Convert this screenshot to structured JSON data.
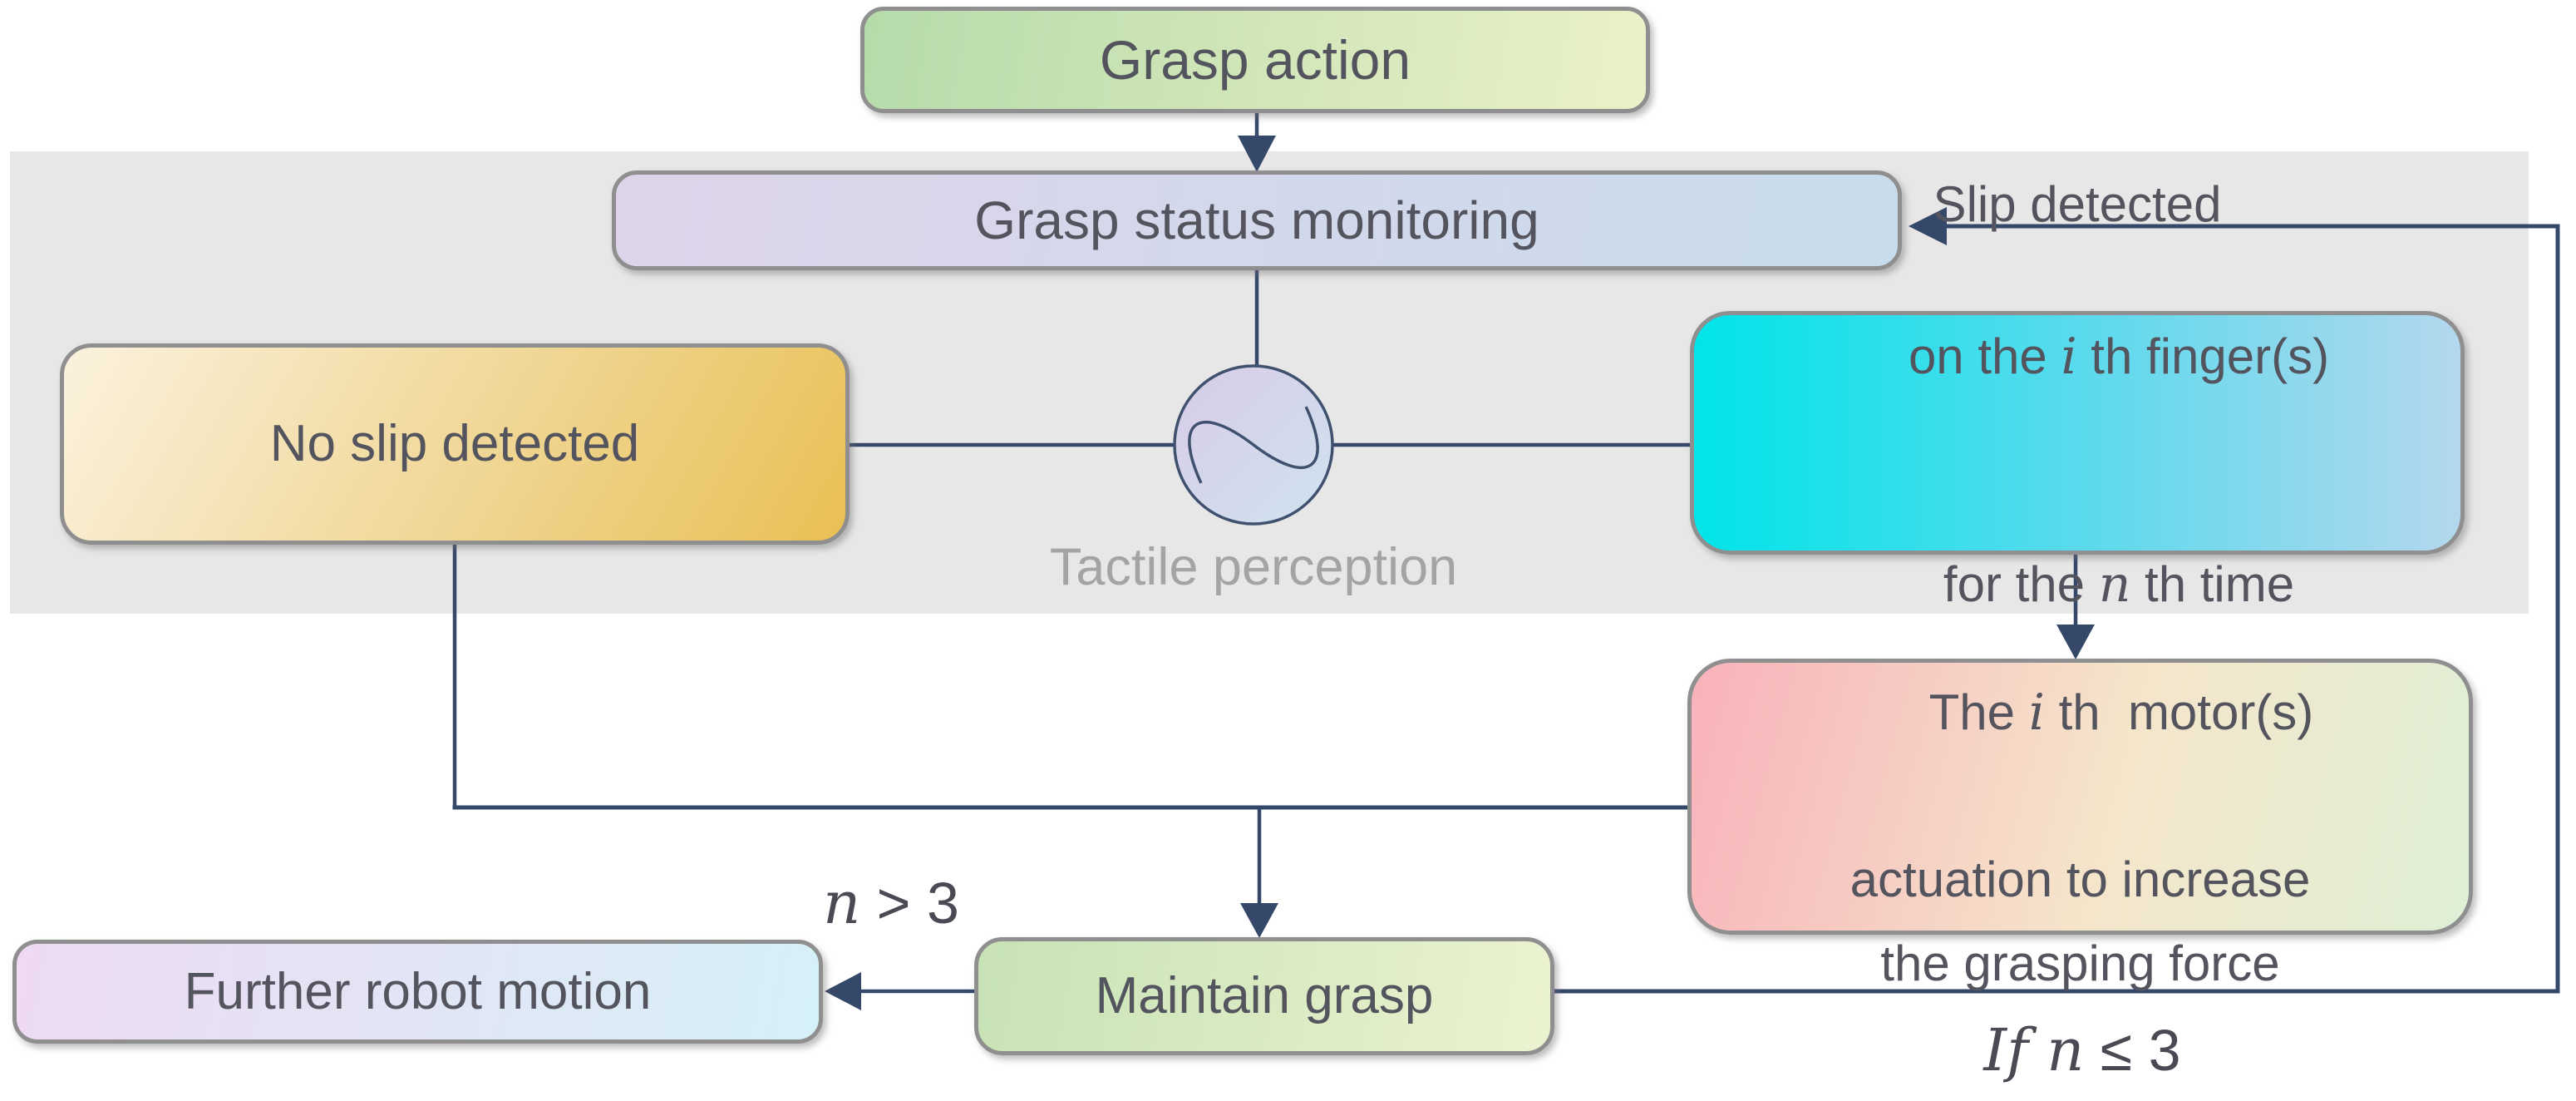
{
  "diagram": {
    "title_implicit": "Grasp slip-detection control loop",
    "nodes": {
      "grasp_action": {
        "label": "Grasp action"
      },
      "grasp_status_monitoring": {
        "label": "Grasp status monitoring"
      },
      "no_slip": {
        "label": "No slip detected"
      },
      "slip_detected": {
        "line1": "Slip detected",
        "line2_pre": "on the ",
        "line2_var": "i",
        "line2_post": " th finger(s)",
        "line3_pre": "for the ",
        "line3_var": "n",
        "line3_post": " th time"
      },
      "motor_actuation": {
        "line1_pre": "The ",
        "line1_var": "i",
        "line1_post": " th  motor(s)",
        "line2": "actuation to increase",
        "line3": "the grasping force"
      },
      "maintain_grasp": {
        "label": "Maintain grasp"
      },
      "further_robot_motion": {
        "label": "Further robot motion"
      },
      "tactile_perception": {
        "label": "Tactile perception"
      }
    },
    "edge_labels": {
      "n_greater": {
        "var": "n",
        "rest": " > 3"
      },
      "n_less_equal": {
        "word": "If ",
        "var": "n",
        "rest": " ≤ 3"
      }
    },
    "colors": {
      "background": "#ffffff",
      "tactile_region": "#e8e7e7",
      "connector_line": "#36486a",
      "node_border": "#8f8f8f",
      "node_text": "#54545e",
      "muted_label_text": "#a5a4a4",
      "grasp_action_gradient": [
        "#b6dbaa",
        "#ebf1c8"
      ],
      "monitoring_gradient": [
        "#ded4ea",
        "#c8dcec"
      ],
      "no_slip_gradient": [
        "#fbf2de",
        "#e9c053"
      ],
      "slip_gradient": [
        "#00e4ea",
        "#b4d8ee"
      ],
      "motor_gradient": [
        "#f8b2ba",
        "#f5e6cb",
        "#def0d6"
      ],
      "maintain_gradient": [
        "#c7e2b5",
        "#ebf3d0"
      ],
      "further_gradient": [
        "#eedaf2",
        "#d6f0f8"
      ],
      "sensor_icon_gradient": [
        "#d8cbe7",
        "#cfe3ef"
      ]
    }
  }
}
